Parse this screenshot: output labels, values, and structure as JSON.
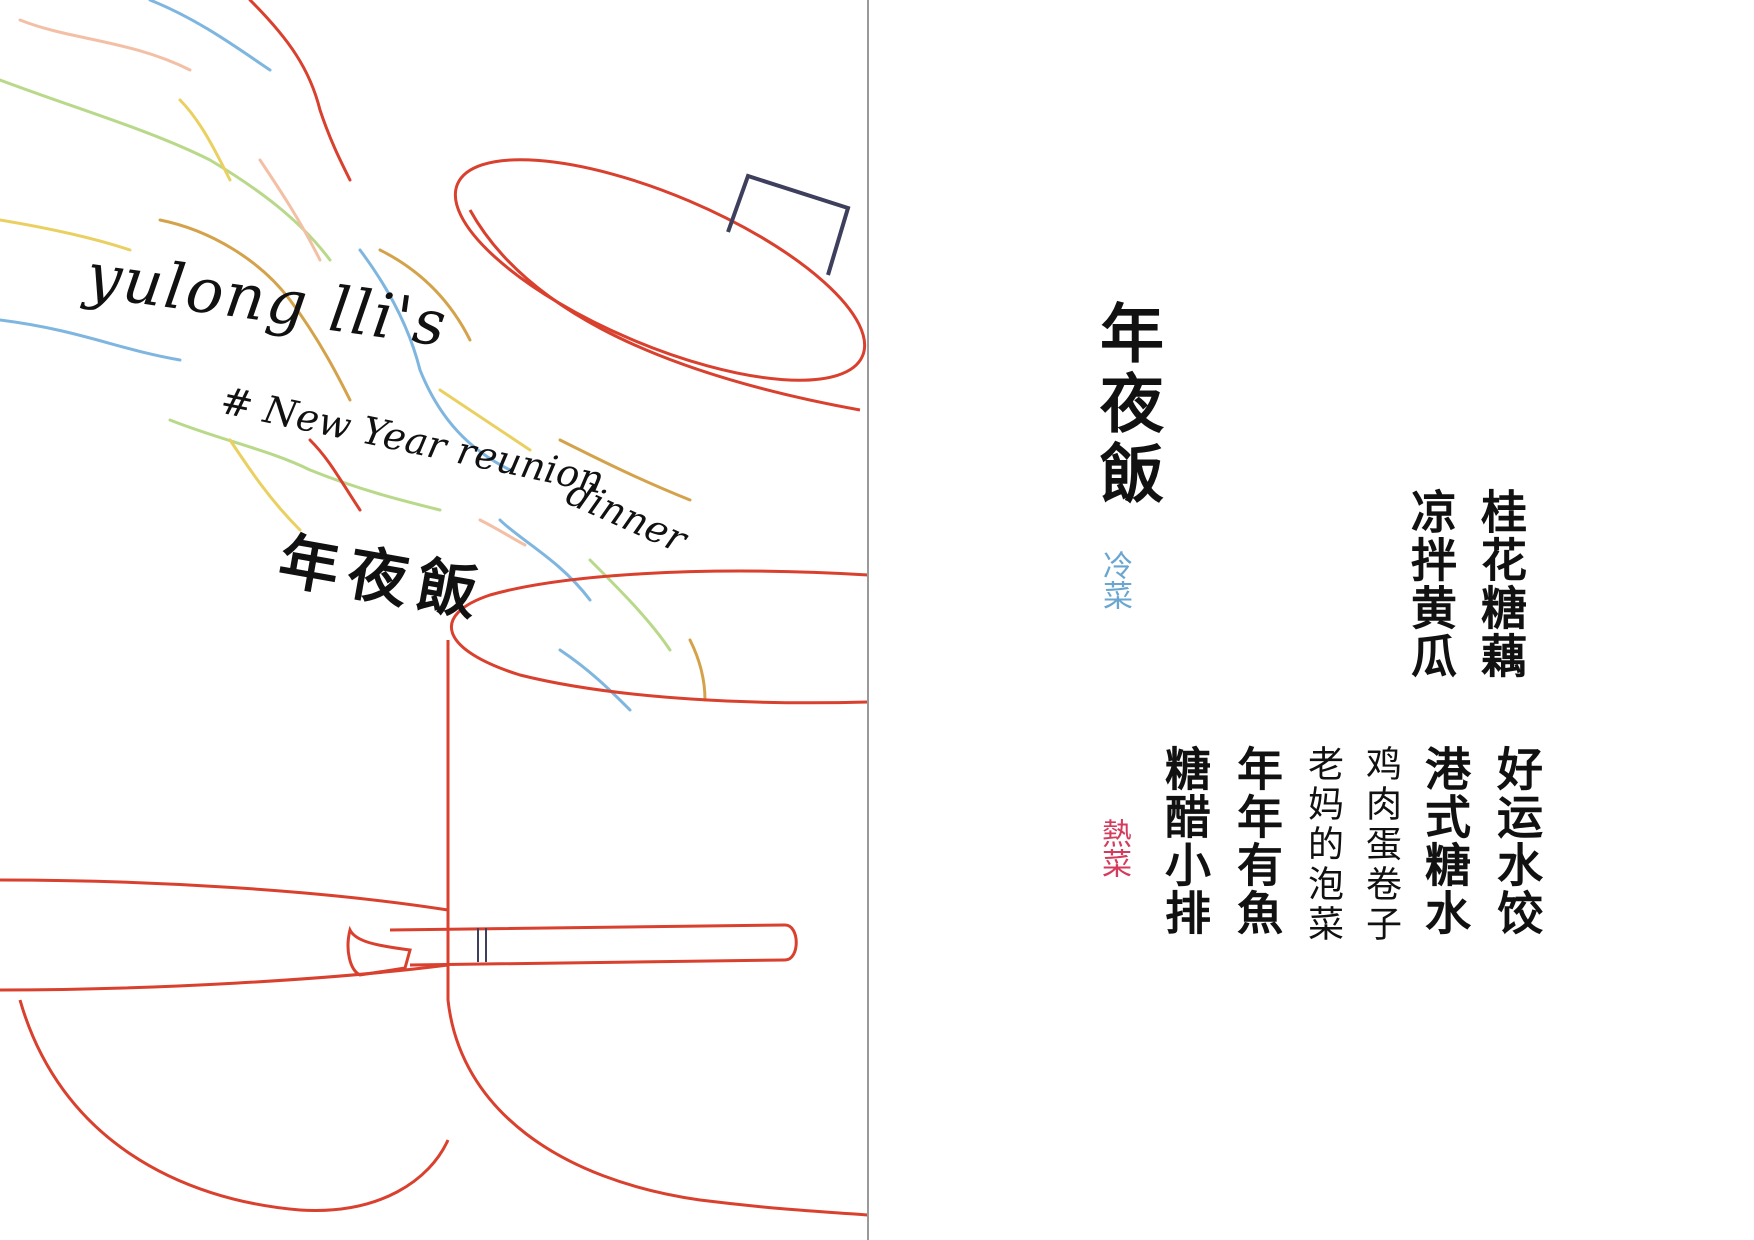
{
  "cover": {
    "name": "yulong lli's",
    "tagline_1": "# New Year reunion",
    "tagline_2": "dinner",
    "chinese_title": "年夜飯"
  },
  "menu": {
    "title": "年夜飯",
    "cold_section": {
      "label": "冷菜",
      "dishes": [
        "桂花糖藕",
        "凉拌黄瓜"
      ]
    },
    "hot_section": {
      "label": "熱菜",
      "dishes": [
        "好运水饺",
        "港式糖水",
        "鸡肉蛋卷子",
        "老妈的泡菜",
        "年年有魚",
        "糖醋小排"
      ]
    }
  },
  "colors": {
    "pot_line": "#d9402e",
    "lid_handle": "#3d3f5c",
    "fold_line": "#9a9a9a",
    "cold_label": "#6aa6cf",
    "hot_label": "#d43b5c"
  }
}
